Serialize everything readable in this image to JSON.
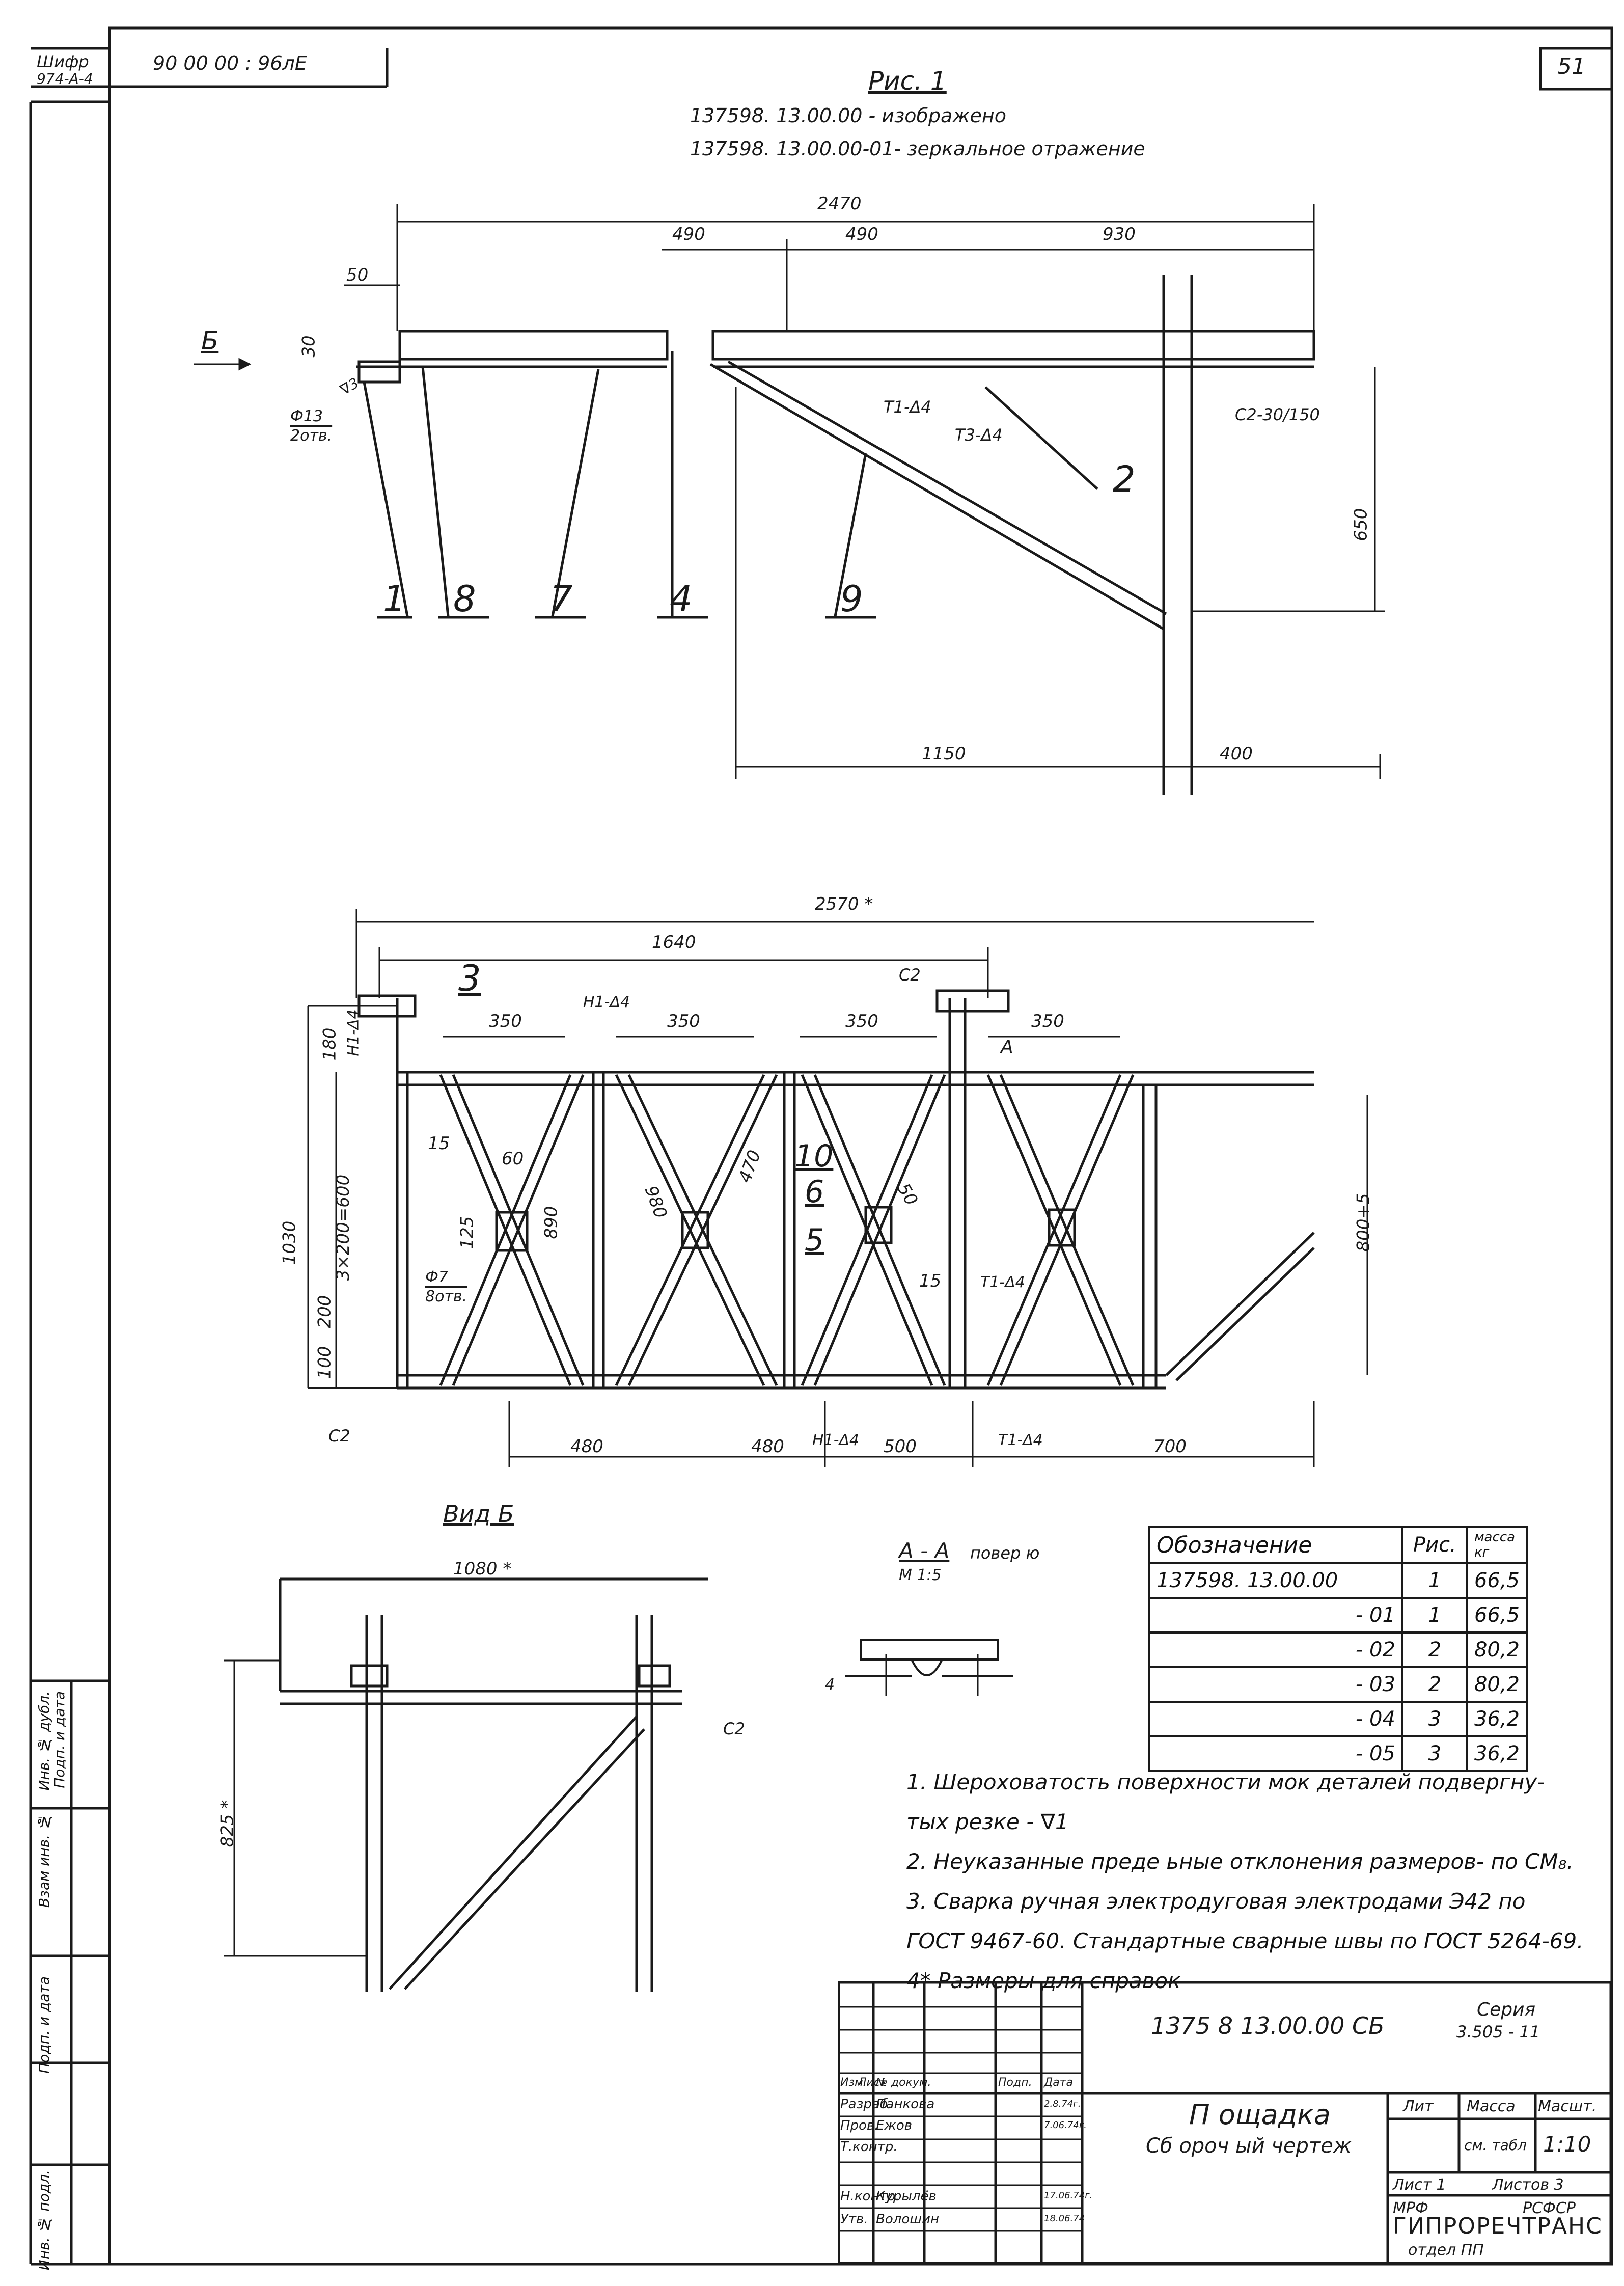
{
  "header": {
    "shifr_label": "Шифр",
    "shifr_value": "974-А-4",
    "mirrored_stamp": "90 00 00 : 96лЕ",
    "sheet_number": "51"
  },
  "figure": {
    "title": "Рис. 1",
    "line1": "137598. 13.00.00 - изображено",
    "line2": "137598. 13.00.00-01- зеркальное отражение"
  },
  "top_view": {
    "dims": [
      "2470",
      "490",
      "490",
      "930",
      "50",
      "30",
      "650",
      "1150",
      "400"
    ],
    "hole": "Ф13",
    "hole_count": "2отв.",
    "weld_a": "Т1-Δ4",
    "weld_b": "Т3-Δ4",
    "weld_c": "С2-30/150",
    "view_arrow": "Б",
    "callouts": [
      "1",
      "8",
      "7",
      "4",
      "9",
      "2"
    ],
    "mark_d3": "∇3"
  },
  "plan_view": {
    "dims": [
      "2570 *",
      "1640",
      "350",
      "350",
      "350",
      "350",
      "180",
      "15",
      "60",
      "125",
      "890",
      "980",
      "470",
      "50",
      "15",
      "1030",
      "3×200=600",
      "200",
      "100",
      "800+5",
      "480",
      "480",
      "500",
      "700"
    ],
    "welds": [
      "Н1-Δ4",
      "Н1-Δ4",
      "С2",
      "С2",
      "Т1-Δ4",
      "Н1-Δ4",
      "Т1-Δ4"
    ],
    "hole": "Ф7",
    "hole_count": "8отв.",
    "section_mark": "А",
    "callouts": [
      "3",
      "10",
      "6",
      "5"
    ]
  },
  "view_b": {
    "title": "Вид Б",
    "dims": [
      "1080 *",
      "825 *"
    ],
    "weld": "С2"
  },
  "section_aa": {
    "title": "А - А",
    "subtitle": "повер        ю",
    "scale": "М 1:5",
    "dim": "4"
  },
  "spec_table": {
    "headers": [
      "Обозначение",
      "Рис.",
      "масса кг"
    ],
    "rows": [
      [
        "137598. 13.00.00",
        "1",
        "66,5"
      ],
      [
        "- 01",
        "1",
        "66,5"
      ],
      [
        "- 02",
        "2",
        "80,2"
      ],
      [
        "- 03",
        "2",
        "80,2"
      ],
      [
        "- 04",
        "3",
        "36,2"
      ],
      [
        "- 05",
        "3",
        "36,2"
      ]
    ]
  },
  "notes": [
    "1. Шероховатость поверхности     мок деталей подвергну-",
    "    тых резке - ∇1",
    "2. Неуказанные преде ьные отклонения размеров- по СМ₈.",
    "3. Сварка ручная электродуговая электродами Э42 по",
    "    ГОСТ 9467-60. Стандартные сварные швы по ГОСТ 5264-69.",
    "4* Размеры для справок"
  ],
  "title_block": {
    "doc_code": "1375 8 13.00.00 СБ",
    "series_label": "Серия",
    "series_value": "3.505 - 11",
    "name": "П ощадка",
    "subname": "Сб ороч ый чертеж",
    "lit": "Лит",
    "mass": "Масса",
    "scale_label": "Масшт.",
    "mass_value": "см. табл",
    "scale_value": "1:10",
    "sheet": "Лист  1",
    "sheets": "Листов  3",
    "org1": "МРФ",
    "org2": "РСФСР",
    "org3": "ГИПРОРЕЧТРАНС",
    "org4": "отдел ПП",
    "rows": [
      [
        "Изм.",
        "Лист",
        "№ докум.",
        "Подп.",
        "Дата"
      ],
      [
        "Разраб.",
        "Панкова",
        "",
        "2.8.74г."
      ],
      [
        "Пров.",
        "Ежов",
        "",
        "7.06.74г."
      ],
      [
        "Т.контр.",
        "",
        "",
        ""
      ],
      [
        "",
        "",
        "",
        ""
      ],
      [
        "Н.контр.",
        "Курылёв",
        "",
        "17.06.74г."
      ],
      [
        "Утв.",
        "Волошин",
        "",
        "18.06.74"
      ]
    ]
  },
  "side_strip": [
    "Взам инв. №",
    "Инв. № дубл.",
    "Подп. и дата",
    "Подп. и дата",
    "Инв. № подл."
  ]
}
